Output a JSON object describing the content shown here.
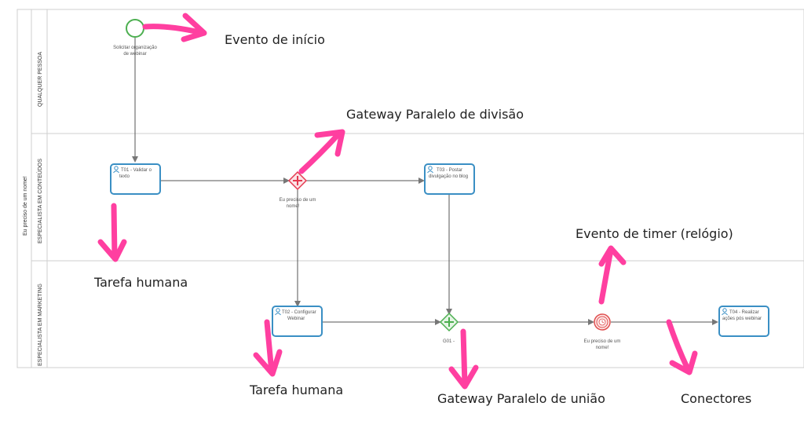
{
  "pool": {
    "label": "Eu preciso de um nome!"
  },
  "lanes": [
    {
      "label": "QUALQUER PESSOA"
    },
    {
      "label": "ESPECIALISTA EM CONTEÚDOS"
    },
    {
      "label": "ESPECIALISTA EM MARKETING"
    }
  ],
  "start_event": {
    "label_line1": "Solicitar organização",
    "label_line2": "de webinar"
  },
  "tasks": {
    "t01": {
      "line1": "T01 - Validar o",
      "line2": "texto"
    },
    "t03": {
      "line1": "T03 - Postar",
      "line2": "divulgação no blog"
    },
    "t02": {
      "line1": "T02 - Configurar",
      "line2": "Webinar"
    },
    "t04": {
      "line1": "T04 - Realizar",
      "line2": "ações pós webinar"
    }
  },
  "gateway_split": {
    "label_line1": "Eu preciso de um",
    "label_line2": "nome!"
  },
  "gateway_join": {
    "label": "G01 -"
  },
  "timer_event": {
    "label_line1": "Eu preciso de um",
    "label_line2": "nome!"
  },
  "annotations": {
    "start": "Evento de início",
    "split": "Gateway Paralelo de divisão",
    "timer": "Evento de timer (relógio)",
    "human_task_1": "Tarefa humana",
    "human_task_2": "Tarefa humana",
    "join": "Gateway Paralelo de união",
    "connectors": "Conectores"
  },
  "colors": {
    "accent": "#ff3fa0",
    "task_border": "#3a8fc4",
    "start_event": "#4caf50",
    "split_gateway": "#e53950",
    "join_gateway": "#4caf50",
    "timer_event": "#e05050"
  }
}
